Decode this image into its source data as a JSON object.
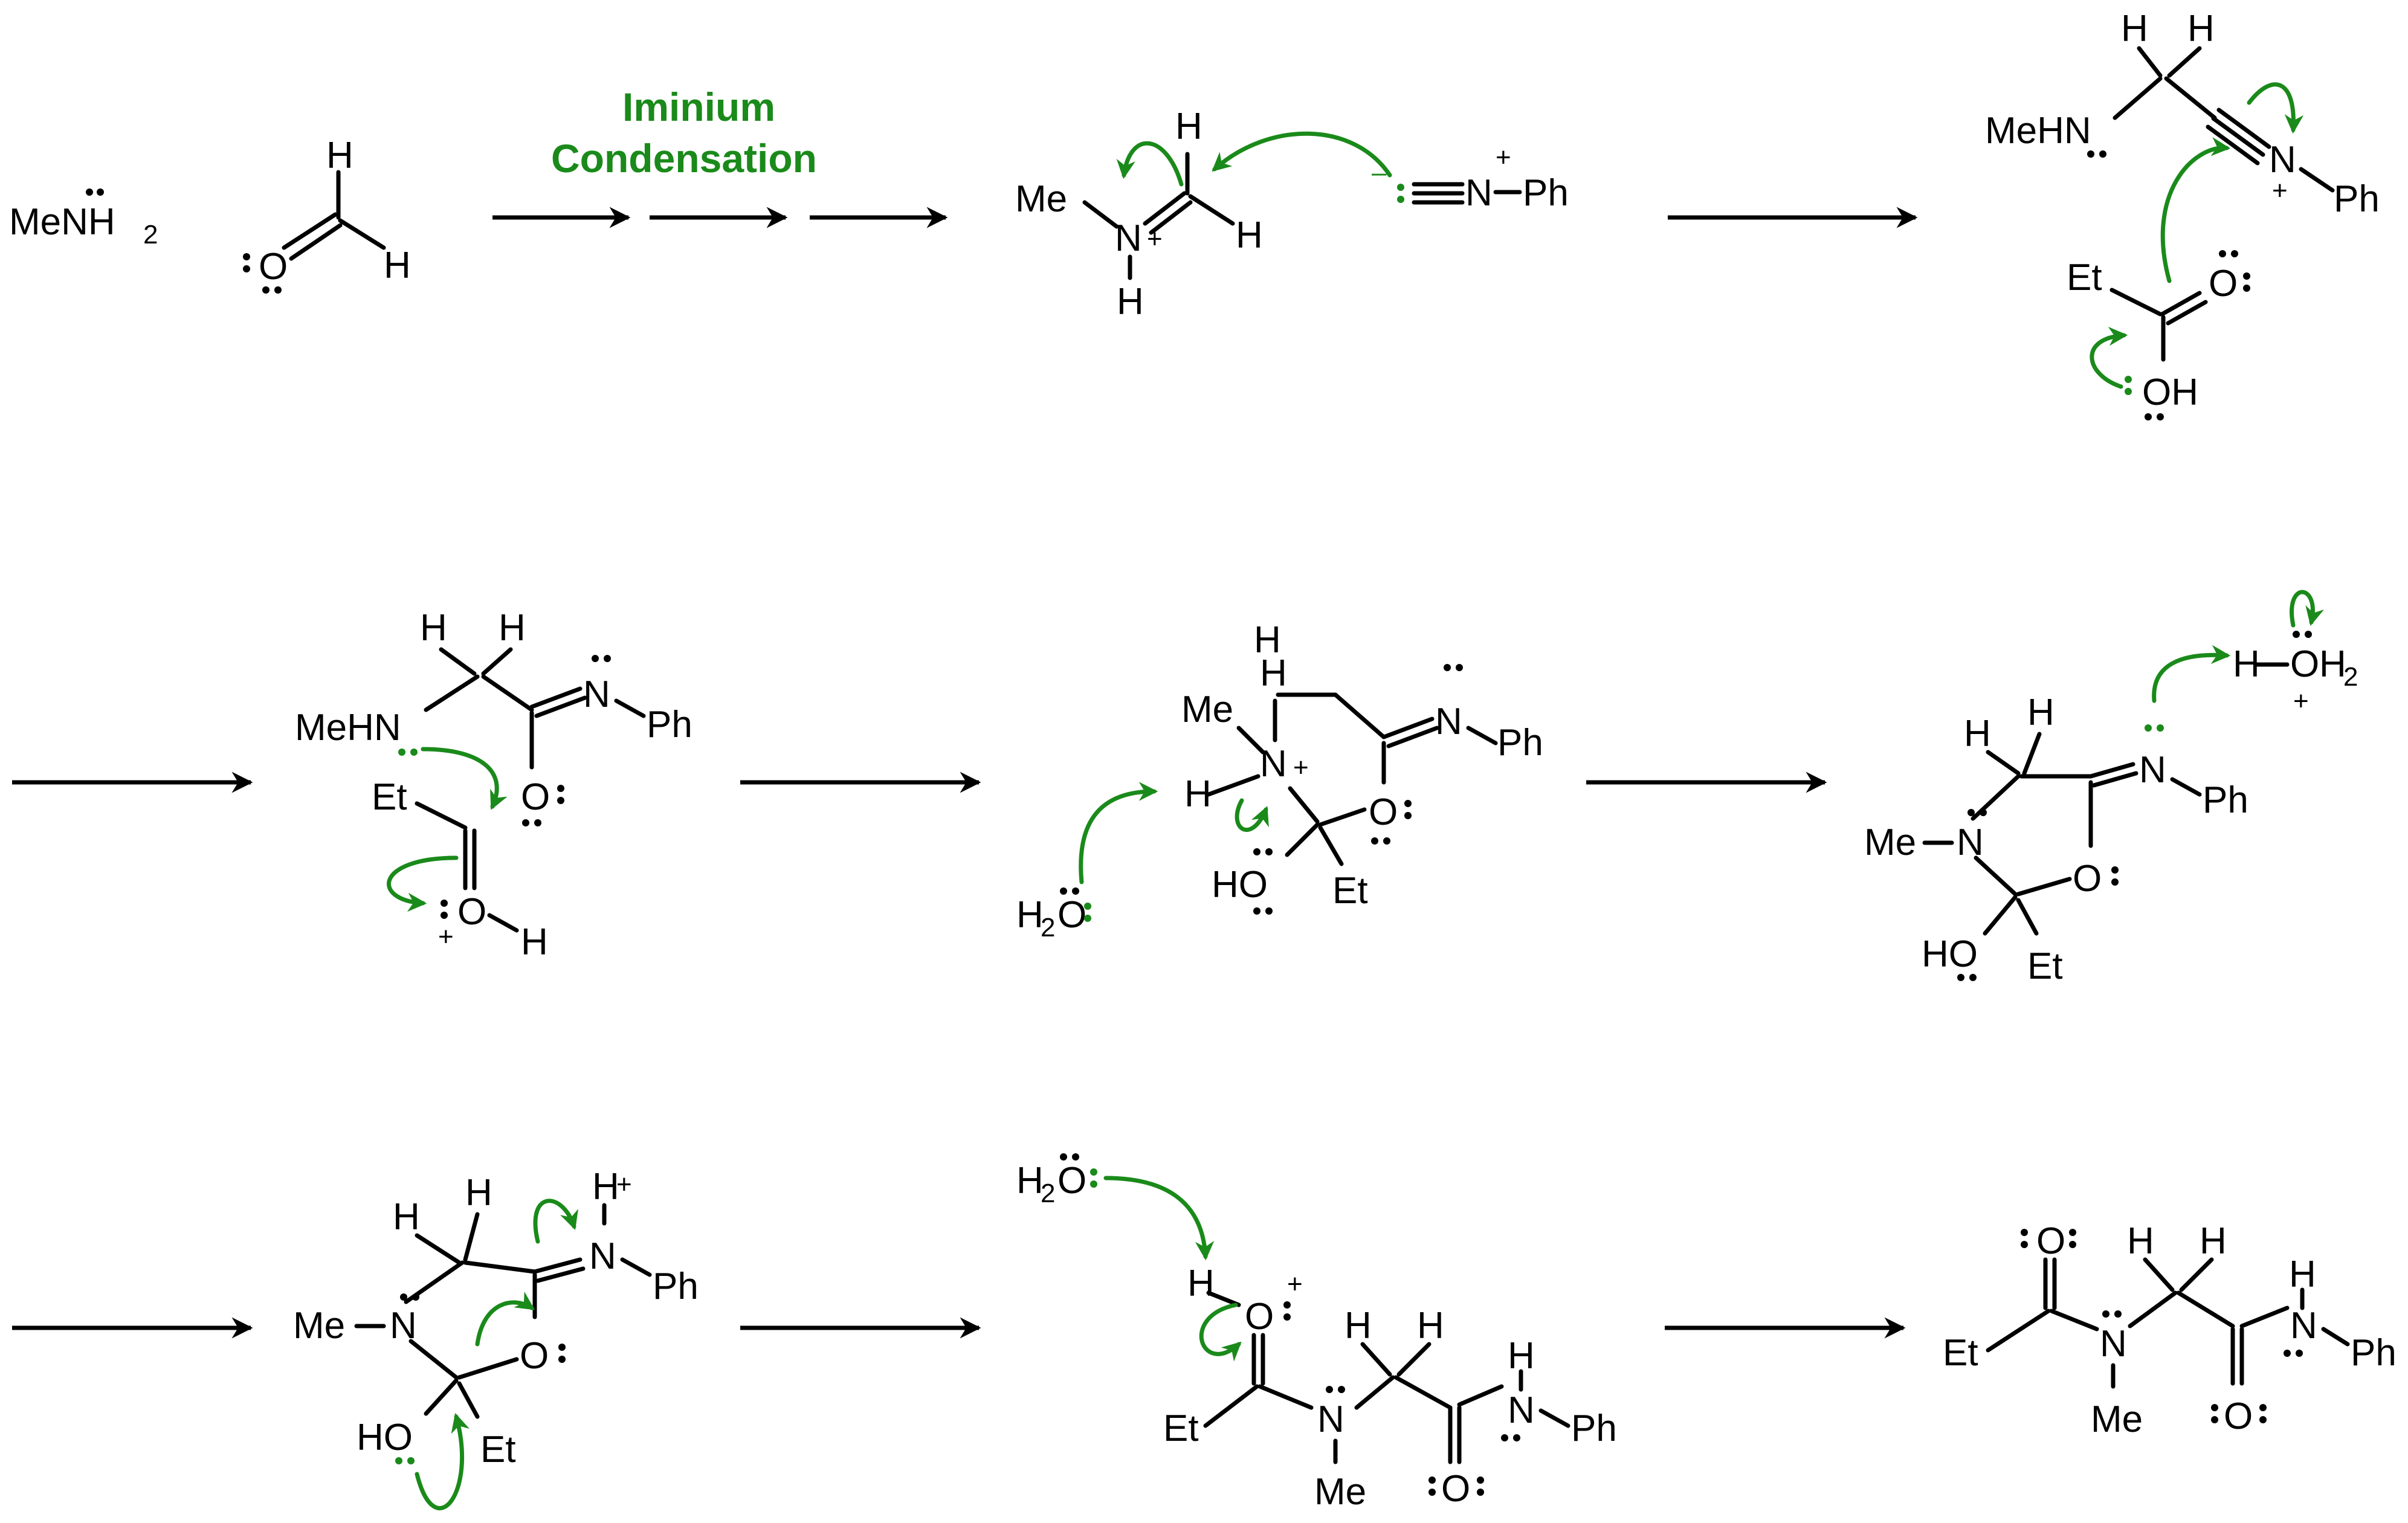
{
  "diagram": {
    "accent_color": "#1a8a1a",
    "reaction_label": [
      "Iminium",
      "Condensation"
    ],
    "labels": {
      "MeNH2": "MeNH",
      "sub2": "2",
      "H": "H",
      "O": "O",
      "N": "N",
      "Me": "Me",
      "Ph": "Ph",
      "Et": "Et",
      "MeHN": "MeHN",
      "OH": "OH",
      "HO": "HO",
      "H2O": "H",
      "plus": "+",
      "minus": "–"
    }
  }
}
